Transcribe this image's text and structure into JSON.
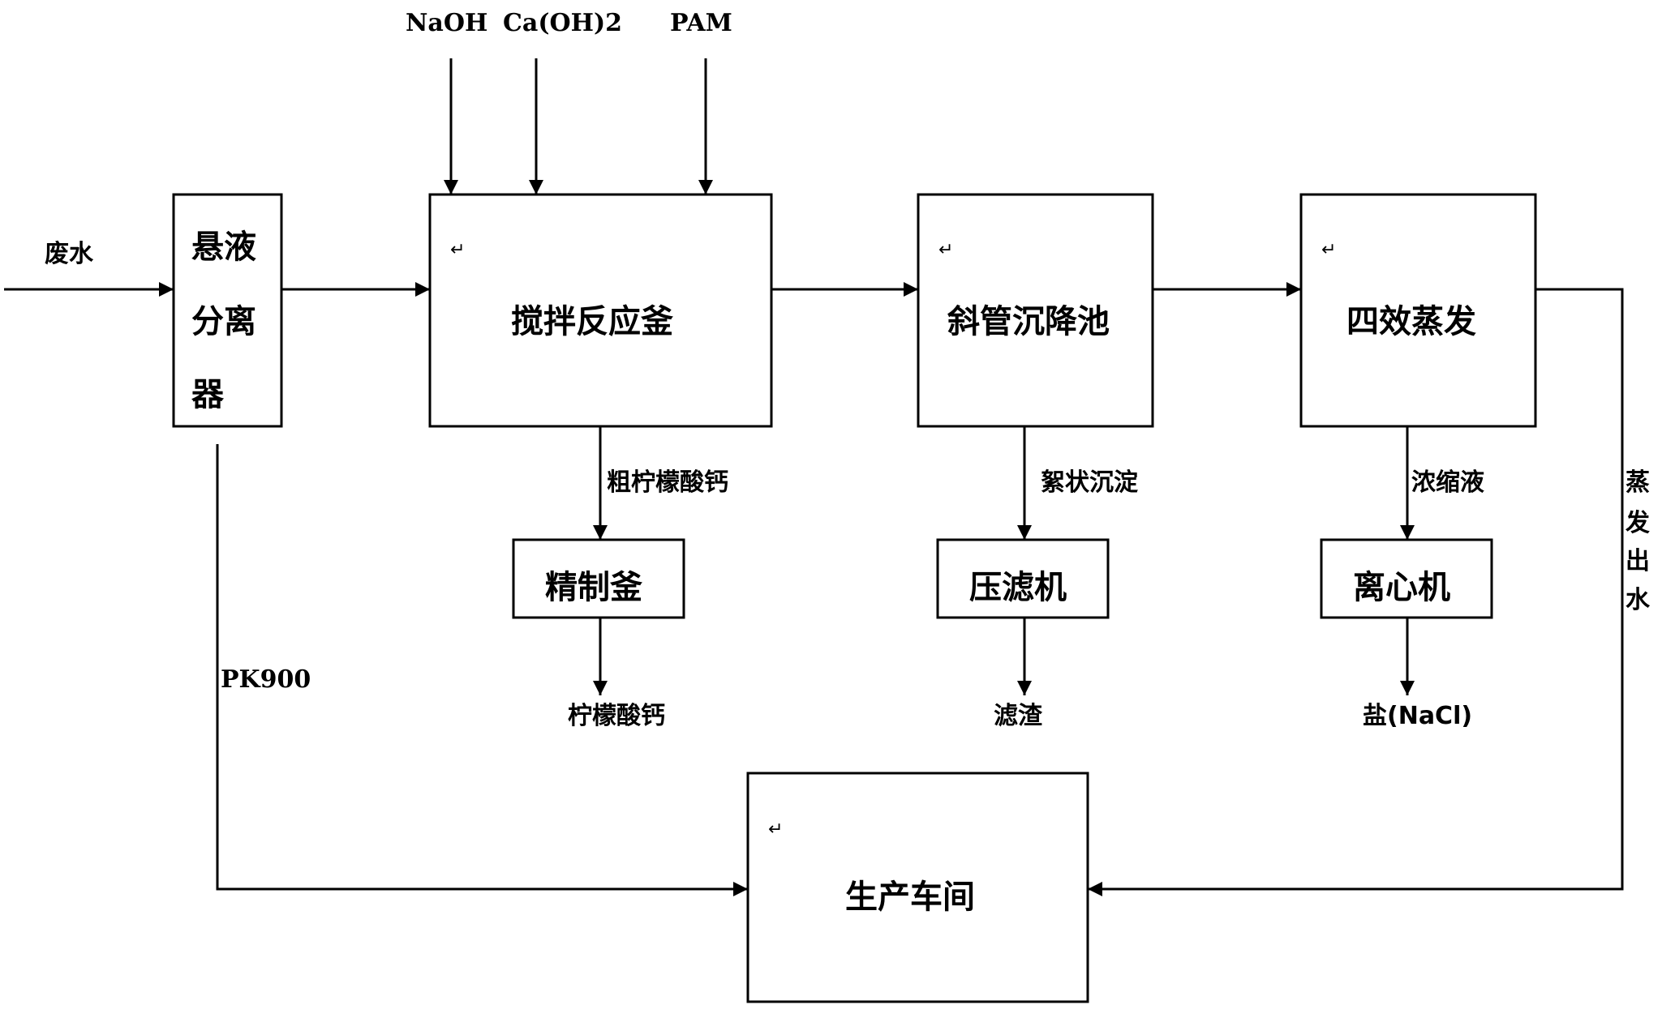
{
  "inputs": {
    "naoh": "NaOH",
    "caoh2": "Ca(OH)2",
    "pam": "PAM",
    "wastewater": "废水"
  },
  "boxes": {
    "separator_line1": "悬液",
    "separator_line2": "分离",
    "separator_line3": "器",
    "reactor": "搅拌反应釜",
    "settling": "斜管沉降池",
    "evaporation": "四效蒸发",
    "refining": "精制釜",
    "filter_press": "压滤机",
    "centrifuge": "离心机",
    "workshop": "生产车间"
  },
  "flows": {
    "crude_calcium_citrate": "粗柠檬酸钙",
    "floc_precipitate": "絮状沉淀",
    "concentrate": "浓缩液",
    "evap_water_1": "蒸",
    "evap_water_2": "发",
    "evap_water_3": "出",
    "evap_water_4": "水",
    "pk900": "PK900"
  },
  "outputs": {
    "calcium_citrate": "柠檬酸钙",
    "filter_residue": "滤渣",
    "salt": "盐(NaCl)"
  },
  "marks": {
    "return_mark": "↵"
  }
}
